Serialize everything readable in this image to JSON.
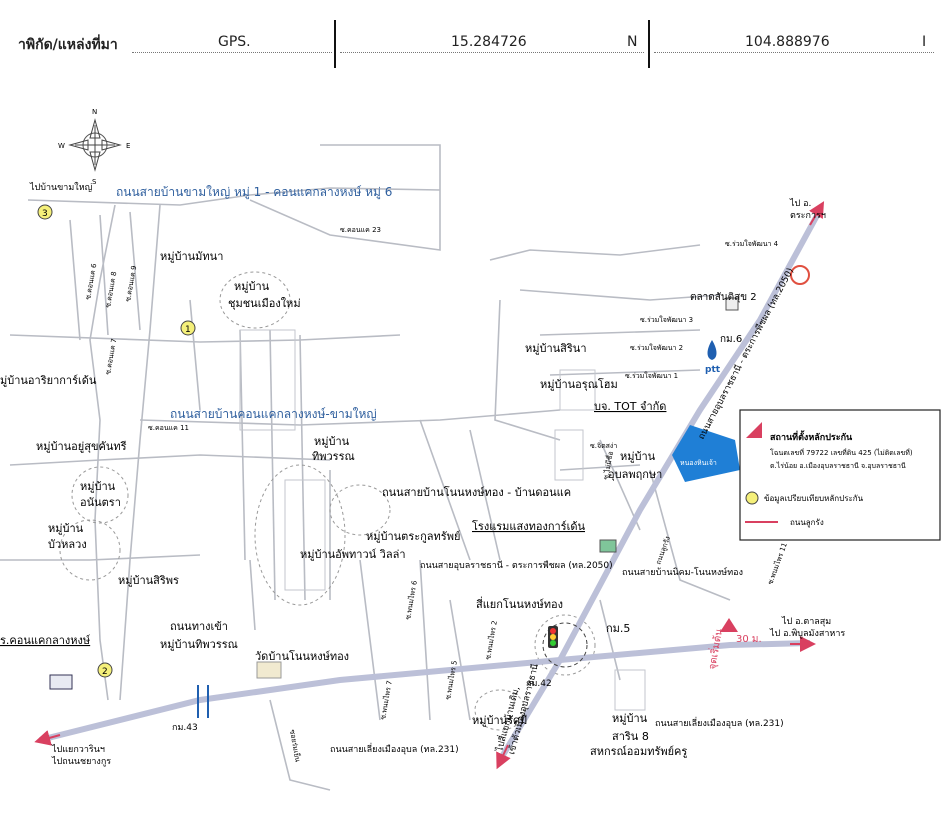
{
  "header": {
    "label": "าพิกัด/แหล่งที่มา",
    "source": "GPS.",
    "lat": "15.284726",
    "lat_dir": "N",
    "lon": "104.888976",
    "lon_dir": "I"
  },
  "compass": {
    "n": "N",
    "s": "S",
    "e": "E",
    "w": "W"
  },
  "roads": {
    "r_top": "ถนนสายบ้านขามใหญ่ หมู่ 1 - คอนแคกลางหงษ์ หมู่ 6",
    "r_mid": "ถนนสายบ้านคอนแคกลางหงษ์-ขามใหญ่",
    "r_nonhong": "ถนนสายบ้านโนนหงษ์ทอง - บ้านดอนแค",
    "r_2050": "ถนนสายอุบลราชธานี - ตระการพืชผล (ทล.2050)",
    "r_2050_v": "ถนนสายอุบลราชธานี - ตระการพืชผล (ทล.2050)",
    "r_231_a": "ถนนสายเลี่ยงเมืองอุบล (ทล.231)",
    "r_231_b": "ถนนสายเลี่ยงเมืองอุบล (ทล.231)",
    "r_nikom": "ถนนสายบ้านนิคม-โนนหงษ์ทอง",
    "r_entry1": "ถนนทางเข้า",
    "r_entry2": "หมู่บ้านทิพวรรณ"
  },
  "places": {
    "v_mathana": "หมู่บ้านมัทนา",
    "v_chum1": "หมู่บ้าน",
    "v_chum2": "ชุมชนเมืองใหม่",
    "v_arit": "มู่บ้านอาริยาการ์เด้น",
    "v_yusuk": "หมู่บ้านอยู่สุขคันทรี",
    "v_anan1": "หมู่บ้าน",
    "v_anan2": "อนันตรา",
    "v_bua1": "หมู่บ้าน",
    "v_bua2": "บัวหลวง",
    "v_siriporn": "หมู่บ้านสิริพร",
    "v_tip1": "หมู่บ้าน",
    "v_tip2": "ทิพวรรณ",
    "v_trakul": "หมู่บ้านตระกูลทรัพย์",
    "v_abtown": "หมู่บ้านอัพทาวน์ วิลล่า",
    "v_siri": "หมู่บ้านสิรินา",
    "v_arun": "หมู่บ้านอรุณโฮม",
    "v_ubon1": "หมู่บ้าน",
    "v_ubon2": "อุบลพฤกษา",
    "v_ratsami": "หมู่บ้านรัศมี",
    "v_sarin1": "หมู่บ้าน",
    "v_sarin2": "สาริน 8",
    "tot": "บจ. TOT จำกัด",
    "market": "ตลาดสันติสุข 2",
    "hotel": "โรงแรมแสงทองการ์เด้น",
    "coop": "สหกรณ์ออมทรัพย์ครู",
    "wat": "วัดบ้านโนนหงษ์ทอง",
    "intersection": "สี่แยกโนนหงษ์ทอง",
    "start_pt": "จุดเริ่มต้น",
    "konkae": "ร.คอนแคกลางหงษ์",
    "to_kham": "ไปบ้านขามใหญ่",
    "to_trakan1": "ไป อ.",
    "to_trakan2": "ตระการฯ",
    "to_phibun1": "ไป อ.ตาลสุม",
    "to_phibun2": "ไป อ.พิบูลมังสาหาร",
    "to_warin1": "ไปแยกวารินฯ",
    "to_warin2": "ไปถนนชยางกูร",
    "to_city1": "ไปสี่แยกบ้านเดิม,",
    "to_city2": "เข้าตัวเมืองอุบลราชธานี",
    "dist": "30 ม.",
    "ptt": "ptt",
    "project": "หนองหินเจ้า"
  },
  "markers": {
    "km6": "กม.6",
    "km5": "กม.5",
    "km42": "กม.42",
    "km43": "กม.43",
    "c1": "1",
    "c2": "2",
    "c3": "3"
  },
  "sois": {
    "s1": "ซ.คอนแค 6",
    "s2": "ซ.คอนแค 8",
    "s3": "ซ.คอนแค 9",
    "s4": "ซ.คอนแค 7",
    "s5": "ซ.คอนแค 11",
    "s6": "ซ.คอนแค 23",
    "s7": "ซ.ร่วมใจพัฒนา 4",
    "s8": "ซ.ร่วมใจพัฒนา 3",
    "s9": "ซ.ร่วมใจพัฒนา 2",
    "s10": "ซ.ร่วมใจพัฒนา 1",
    "s11": "ซ.จิตสง่า",
    "s12": "ซ.ไม่มีชื่อ",
    "s13": "ซ.พนมไพร 6",
    "s14": "ซ.พนมไพร 2",
    "s15": "ซ.พนมไพร 7",
    "s16": "ซ.พนมไพร 5",
    "s17": "ซ.พนมไพร 11",
    "s18": "ซอยร่มเย็น",
    "s19": "ถนนลูกรัง"
  },
  "legend": {
    "site1": "สถานที่ตั้งหลักประกัน",
    "site2": "โฉนดเลขที่ 79722 เลขที่ดิน 425 (ไม่ติดเลขที่)",
    "site3": "ต.ไร่น้อย อ.เมืองอุบลราชธานี จ.อุบลราชธานี",
    "comp": "ข้อมูลเปรียบเทียบหลักประกัน",
    "laterite": "ถนนลูกรัง"
  },
  "colors": {
    "main_road": "#bcc0d8",
    "blue_label": "#2f5f9e",
    "red": "#d94060",
    "project": "#1f7fd6",
    "marker": "#f5f07a"
  }
}
